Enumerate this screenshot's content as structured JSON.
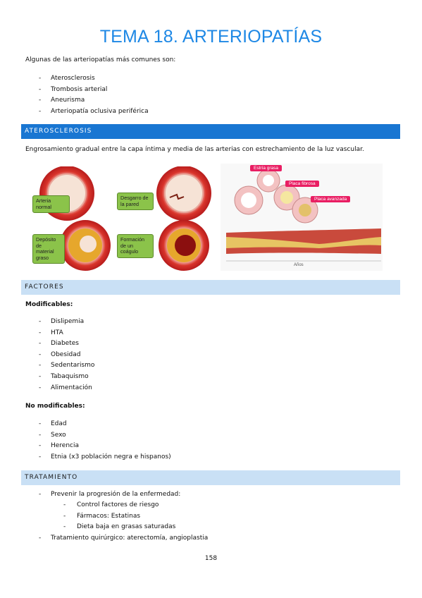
{
  "title": "TEMA 18. ARTERIOPATÍAS",
  "intro": "Algunas de las arteriopatías más comunes son:",
  "common_list": [
    "Aterosclerosis",
    "Trombosis arterial",
    "Aneurisma",
    "Arteriopatía oclusiva periférica"
  ],
  "dash": "-",
  "sections": {
    "atero": {
      "heading": "ATEROSCLEROSIS",
      "text": "Engrosamiento gradual entre la capa íntima y media de las arterias con estrechamiento de la luz vascular.",
      "fig_left_labels": {
        "normal": "Arteria\nnormal",
        "tear": "Desgarro de\nla pared",
        "deposit": "Depósito\nde\nmaterial\ngraso",
        "clot": "Formación\nde un\ncoágulo"
      },
      "fig_right_labels": {
        "fatty": "Estría grasa",
        "fibrous": "Placa fibrosa",
        "advanced": "Placa avanzada",
        "xaxis": "Años"
      },
      "colors": {
        "accent": "#1976d2",
        "light": "#c9e0f5",
        "green": "#8bc34a",
        "pink": "#e91e63"
      }
    },
    "factores": {
      "heading": "FACTORES",
      "modifiable_title": "Modificables:",
      "modifiable": [
        "Dislipemia",
        "HTA",
        "Diabetes",
        "Obesidad",
        "Sedentarismo",
        "Tabaquismo",
        "Alimentación"
      ],
      "nonmodifiable_title": "No modificables:",
      "nonmodifiable": [
        "Edad",
        "Sexo",
        "Herencia",
        "Etnia (x3 población negra e hispanos)"
      ]
    },
    "tratamiento": {
      "heading": "TRATAMIENTO",
      "item1": "Prevenir la progresión de la enfermedad:",
      "sub": [
        "Control factores de riesgo",
        "Fármacos: Estatinas",
        "Dieta baja en grasas saturadas"
      ],
      "item2": "Tratamiento quirúrgico: aterectomía, angioplastia"
    }
  },
  "page_number": "158"
}
